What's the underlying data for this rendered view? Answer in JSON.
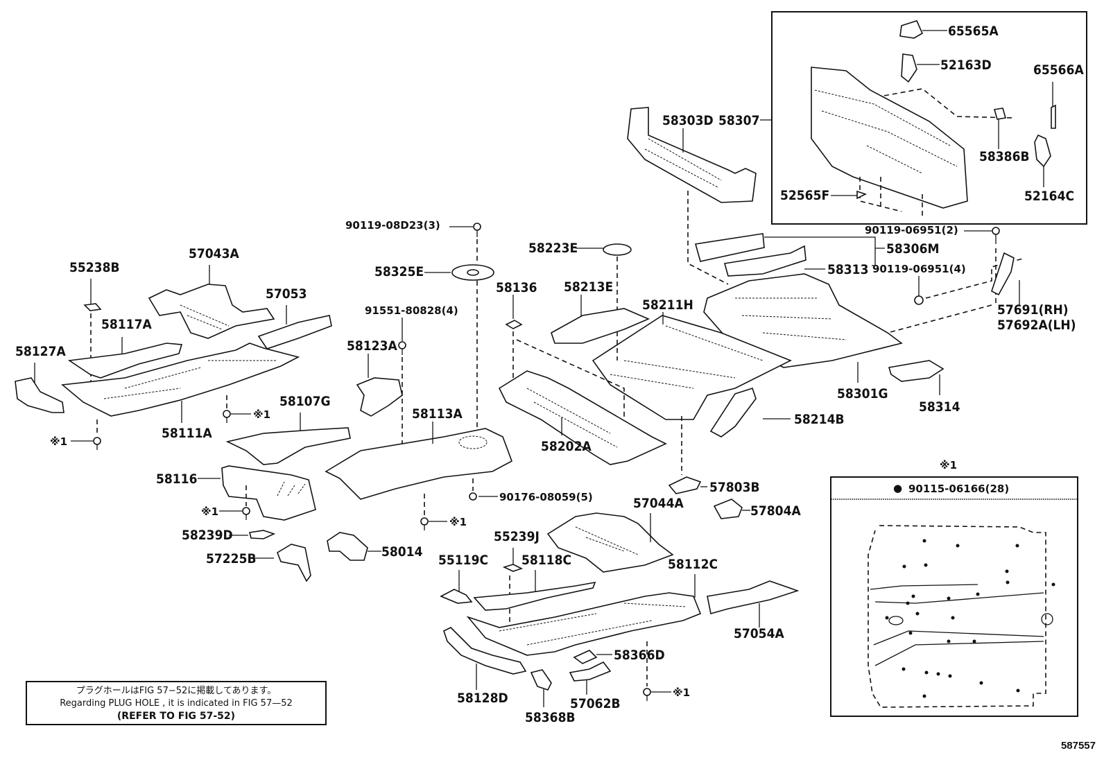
{
  "figure_id": "587557",
  "inset_box": {
    "assembly_label": "58307",
    "parts": [
      "65565A",
      "52163D",
      "65566A",
      "58386B",
      "52565F",
      "52164C"
    ]
  },
  "labels": {
    "p58303D": "58303D",
    "p58307": "58307",
    "p65565A": "65565A",
    "p52163D": "52163D",
    "p65566A": "65566A",
    "p58386B": "58386B",
    "p52565F": "52565F",
    "p52164C": "52164C",
    "p90119_06951_2": "90119-06951(2)",
    "p58306M": "58306M",
    "p58313": "58313",
    "p90119_06951_4": "90119-06951(4)",
    "p57691": "57691(RH)",
    "p57692A": "57692A(LH)",
    "p58223E": "58223E",
    "p58213E": "58213E",
    "p58211H": "58211H",
    "p58301G": "58301G",
    "p58314": "58314",
    "p58214B": "58214B",
    "p90119_08D23": "90119-08D23(3)",
    "p58325E": "58325E",
    "p58136": "58136",
    "p91551_80828": "91551-80828(4)",
    "p58123A": "58123A",
    "p55238B": "55238B",
    "p57043A": "57043A",
    "p57053": "57053",
    "p58117A": "58117A",
    "p58127A": "58127A",
    "p58111A": "58111A",
    "p58107G": "58107G",
    "p58113A": "58113A",
    "p58202A": "58202A",
    "p58116": "58116",
    "p90176_08059": "90176-08059(5)",
    "p58239D": "58239D",
    "p58014": "58014",
    "p57225B": "57225B",
    "p57803B": "57803B",
    "p57804A": "57804A",
    "p57044A": "57044A",
    "p55239J": "55239J",
    "p55119C": "55119C",
    "p58118C": "58118C",
    "p58112C": "58112C",
    "p57054A": "57054A",
    "p58366D": "58366D",
    "p58128D": "58128D",
    "p57062B": "57062B",
    "p58368B": "58368B",
    "ref1": "※1"
  },
  "reference_callout": {
    "mark": "※1",
    "part": "90115-06166(28)",
    "bullet": "●"
  },
  "note": {
    "line_jp": "プラグホールはFIG 57−52に掲載してあります。",
    "line_en": "Regarding  PLUG  HOLE , it is indicated in FIG  57—52",
    "line_ref": "(REFER  TO  FIG  57-52)"
  }
}
